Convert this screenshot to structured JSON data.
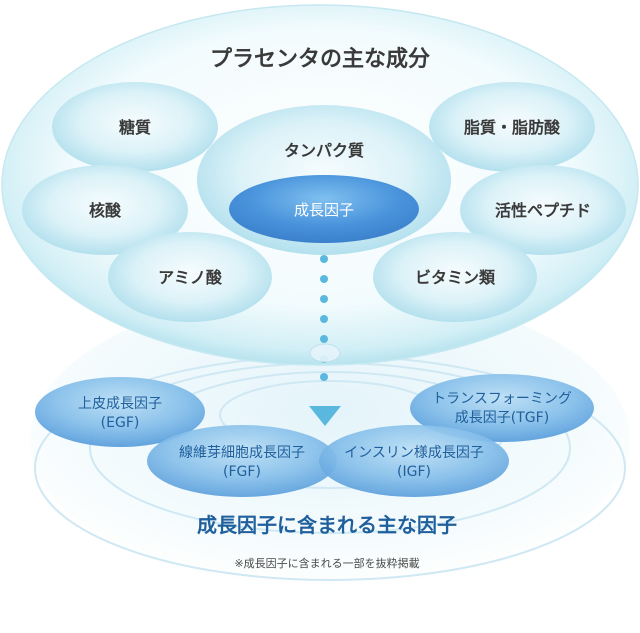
{
  "diagram": {
    "title": "プラセンタの主な成分",
    "components": {
      "sugar": "糖質",
      "lipid": "脂質・脂肪酸",
      "protein": "タンパク質",
      "growth_factor": "成長因子",
      "nucleic_acid": "核酸",
      "peptide": "活性ペプチド",
      "amino_acid": "アミノ酸",
      "vitamin": "ビタミン類"
    },
    "growth_factors": {
      "egf": {
        "name": "上皮成長因子",
        "abbr": "(EGF)"
      },
      "tgf": {
        "name_line1": "トランスフォーミング",
        "name_line2": "成長因子(TGF)"
      },
      "fgf": {
        "name": "線維芽細胞成長因子",
        "abbr": "(FGF)"
      },
      "igf": {
        "name": "インスリン様成長因子",
        "abbr": "(IGF)"
      }
    },
    "subtitle": "成長因子に含まれる主な因子",
    "note": "※成長因子に含まれる一部を抜粋掲載"
  },
  "colors": {
    "text_dark": "#3a3a3a",
    "text_blue": "#1f5f9c",
    "text_white": "#ffffff",
    "bubble_light": "#c9ecf4",
    "bubble_blue": "#4a8fd6",
    "arrow": "#5ab8de"
  }
}
